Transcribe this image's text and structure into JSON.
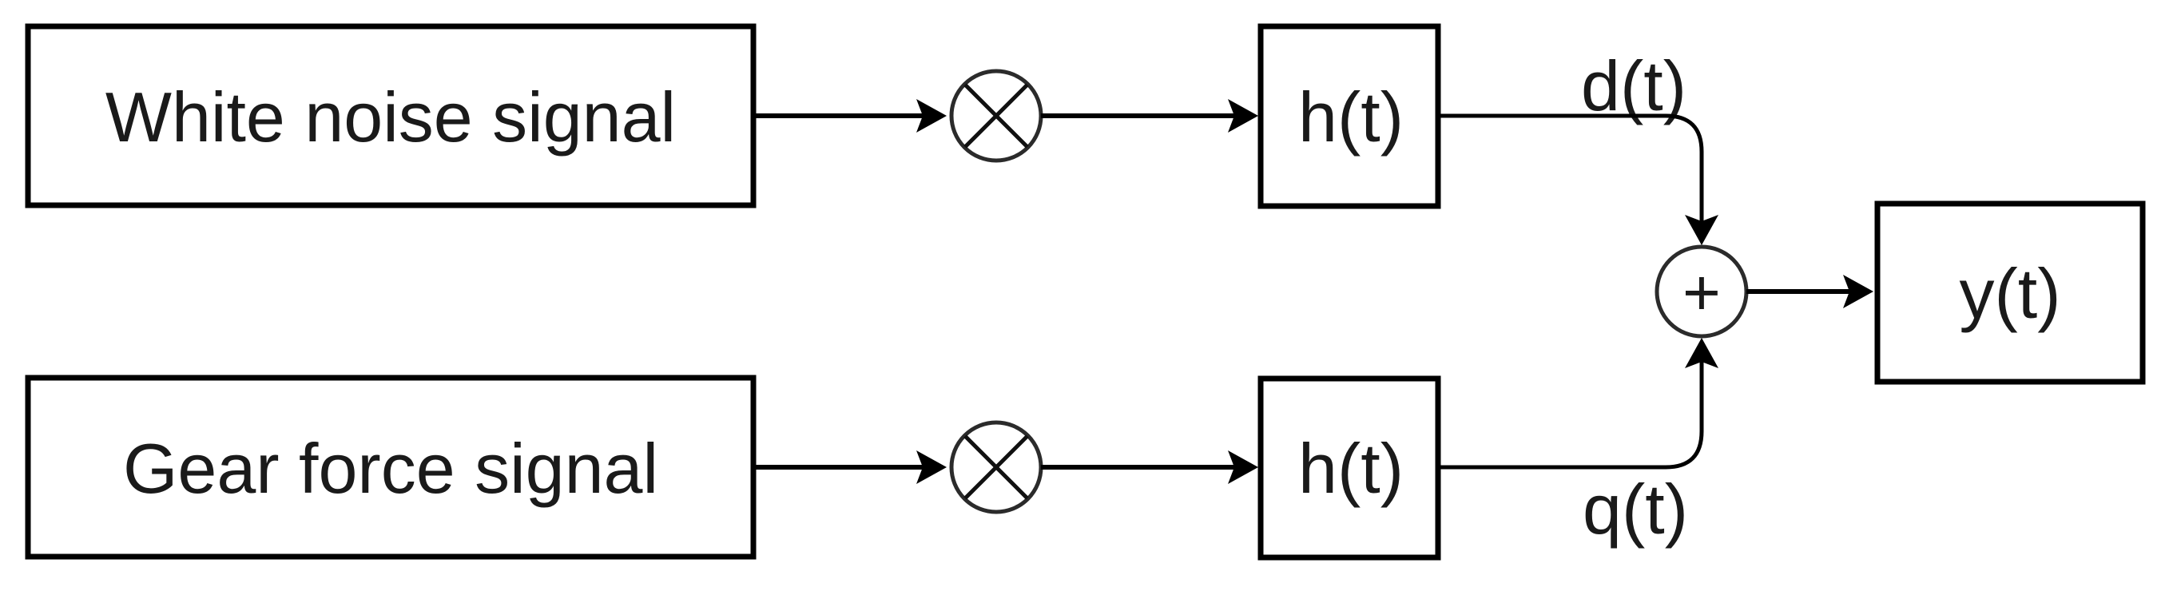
{
  "diagram": {
    "colors": {
      "background": "#ffffff",
      "stroke": "#000000",
      "text": "#1a1a1a"
    },
    "nodes": {
      "white_noise": {
        "label": "White noise signal"
      },
      "gear_force": {
        "label": "Gear force signal"
      },
      "filter_top": {
        "label": "h(t)"
      },
      "filter_bottom": {
        "label": "h(t)"
      },
      "multiplier_top": {
        "icon": "circle-times-icon"
      },
      "multiplier_bottom": {
        "icon": "circle-times-icon"
      },
      "summer": {
        "symbol": "+",
        "icon": "circle-plus-icon"
      },
      "output": {
        "label": "y(t)"
      }
    },
    "signal_labels": {
      "top": "d(t)",
      "bottom": "q(t)"
    }
  }
}
